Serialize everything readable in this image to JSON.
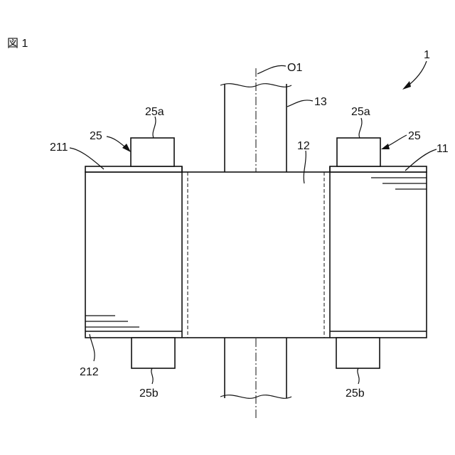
{
  "figure": {
    "title": "図 1",
    "labels": {
      "assembly": "1",
      "axis": "O1",
      "shaft": "13",
      "core": "12",
      "right_body": "11",
      "upper_surface": "211",
      "lower_surface": "212",
      "member_left": "25",
      "member_right": "25",
      "upper_left": "25a",
      "upper_right": "25a",
      "lower_left": "25b",
      "lower_right": "25b"
    }
  }
}
